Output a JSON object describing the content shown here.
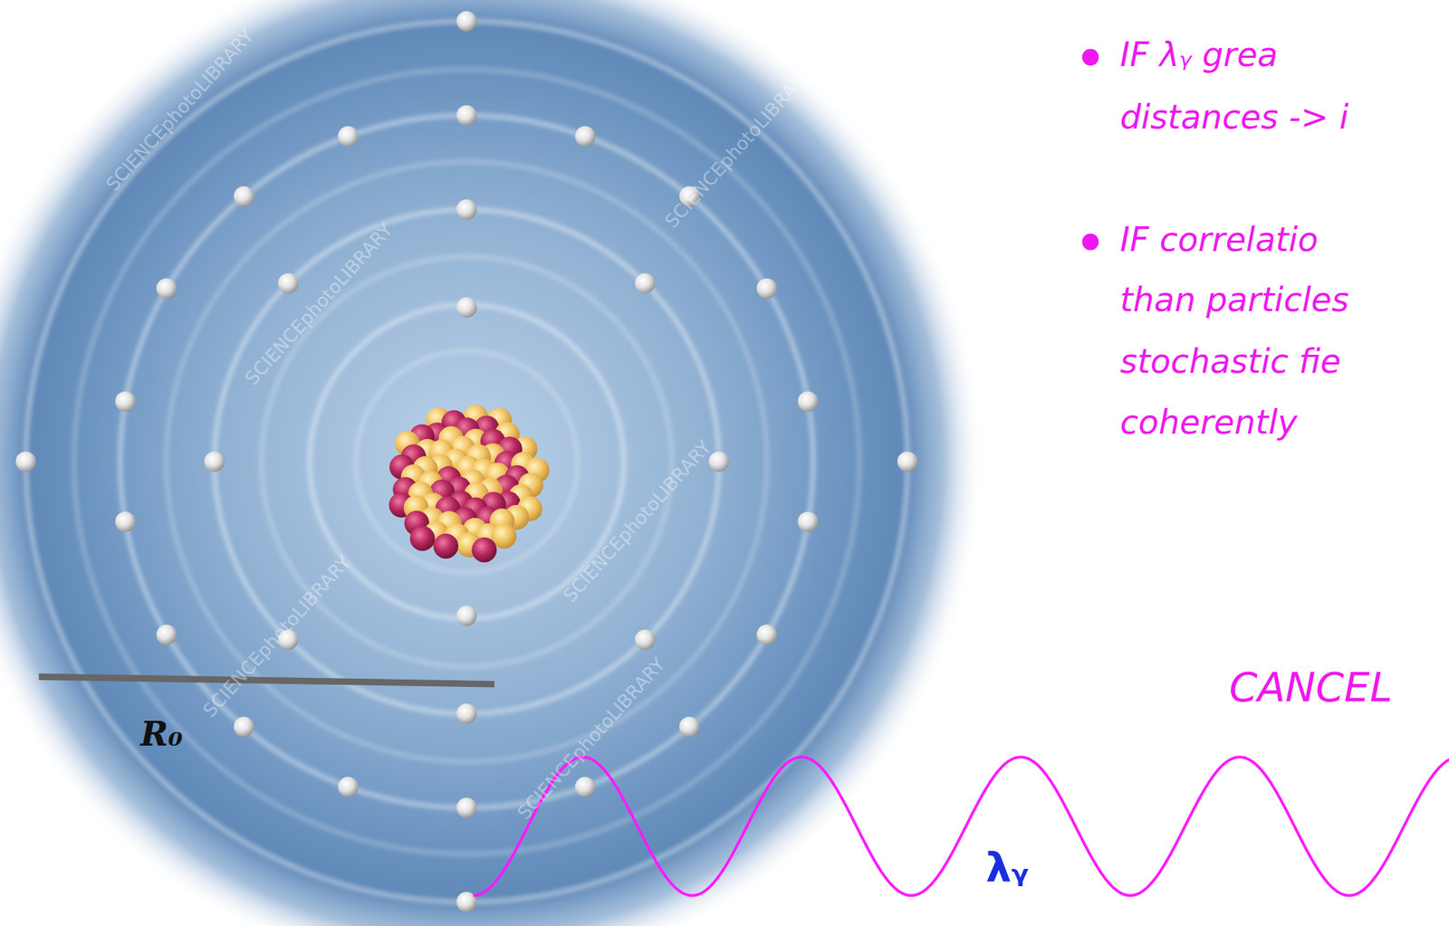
{
  "diagram": {
    "labels": [
      "IF λᵧ grea",
      "distances -> i",
      "IF correlatio",
      "than particles",
      "stochastic fie",
      "coherently",
      "CANCEL",
      "R₀",
      "λᵧ",
      "SCIENCEphotoLIBRARY",
      "SCIENCEphotoLIBRARY",
      "SCIENCEphotoLIBRARY",
      "SCIENCEphotoLIBRARY",
      "SCIENCEphotoLIBRARY",
      "SCIENCEphotoLIBRARY"
    ]
  }
}
